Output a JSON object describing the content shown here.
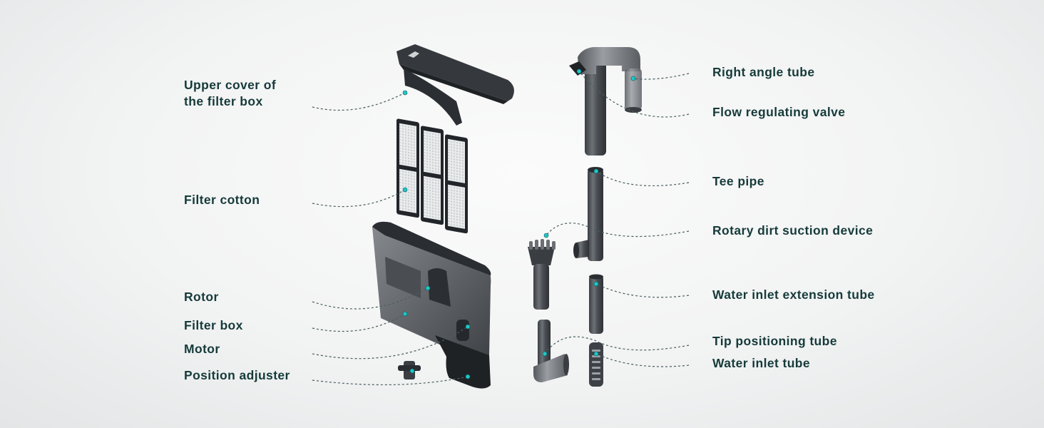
{
  "colors": {
    "label_text": "#163a3a",
    "leader_line": "#4a5f5f",
    "anchor_dot": "#1fc7c7",
    "part_dark": "#2a2d31",
    "part_mid": "#4c5055",
    "part_smoke": "#6b6f74",
    "filter_white": "#e6e8ea"
  },
  "labels": {
    "upper_cover_line1": "Upper cover of",
    "upper_cover_line2": "the filter box",
    "filter_cotton": "Filter cotton",
    "rotor": "Rotor",
    "filter_box": "Filter box",
    "motor": "Motor",
    "position_adjuster": "Position adjuster",
    "right_angle_tube": "Right angle tube",
    "flow_regulating_valve": "Flow regulating valve",
    "tee_pipe": "Tee pipe",
    "rotary_dirt_suction_device": "Rotary dirt suction device",
    "water_inlet_extension_tube": "Water inlet extension tube",
    "tip_positioning_tube": "Tip positioning tube",
    "water_inlet_tube": "Water inlet tube"
  }
}
